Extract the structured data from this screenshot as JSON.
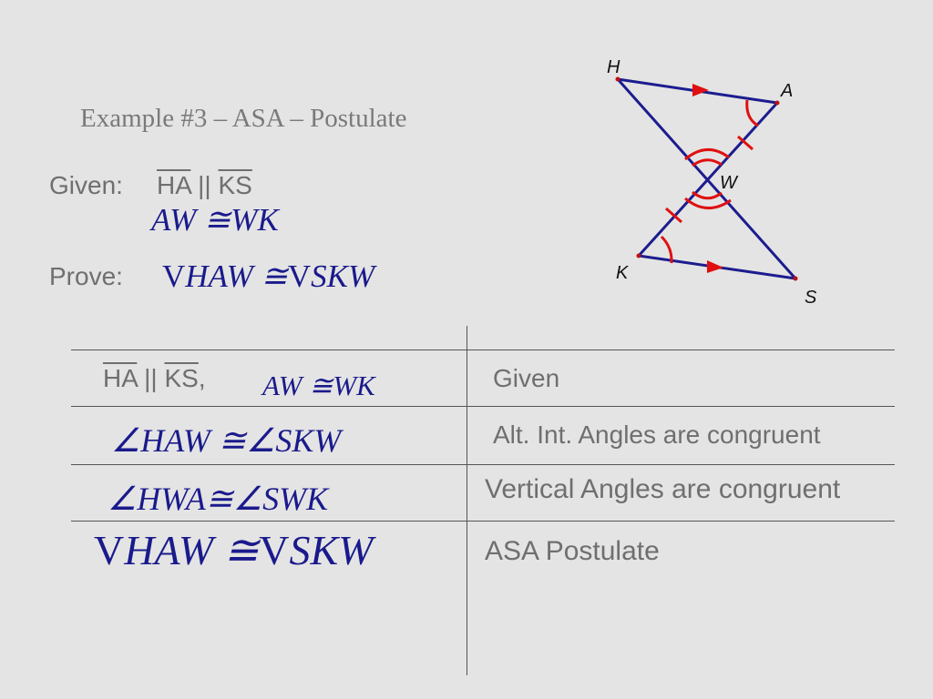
{
  "title": "Example #3 – ASA – Postulate",
  "given": {
    "label": "Given:",
    "segments": "HA || KS",
    "congruence": "AW ≅WK"
  },
  "prove": {
    "label": "Prove:",
    "statement_symbol": "V",
    "statement_rest": "HAW ≅",
    "statement_symbol2": "V",
    "statement_rest2": "SKW"
  },
  "diagram": {
    "points": {
      "h": "H",
      "a": "A",
      "w": "W",
      "k": "K",
      "s": "S"
    },
    "line_color": "#1c1c8f",
    "mark_color": "#e01010"
  },
  "proof_table": {
    "rows": [
      {
        "statement_text": "HA || KS,",
        "statement_math": "AW ≅WK",
        "reason": "Given"
      },
      {
        "statement_math": "∠HAW ≅∠SKW",
        "reason": "Alt. Int. Angles are congruent"
      },
      {
        "statement_math": "∠HWA≅∠SWK",
        "reason": "Vertical Angles are congruent"
      },
      {
        "statement_symbol": "V",
        "statement_rest": "HAW ≅",
        "statement_symbol2": "V",
        "statement_rest2": "SKW",
        "reason": "ASA Postulate"
      }
    ]
  }
}
